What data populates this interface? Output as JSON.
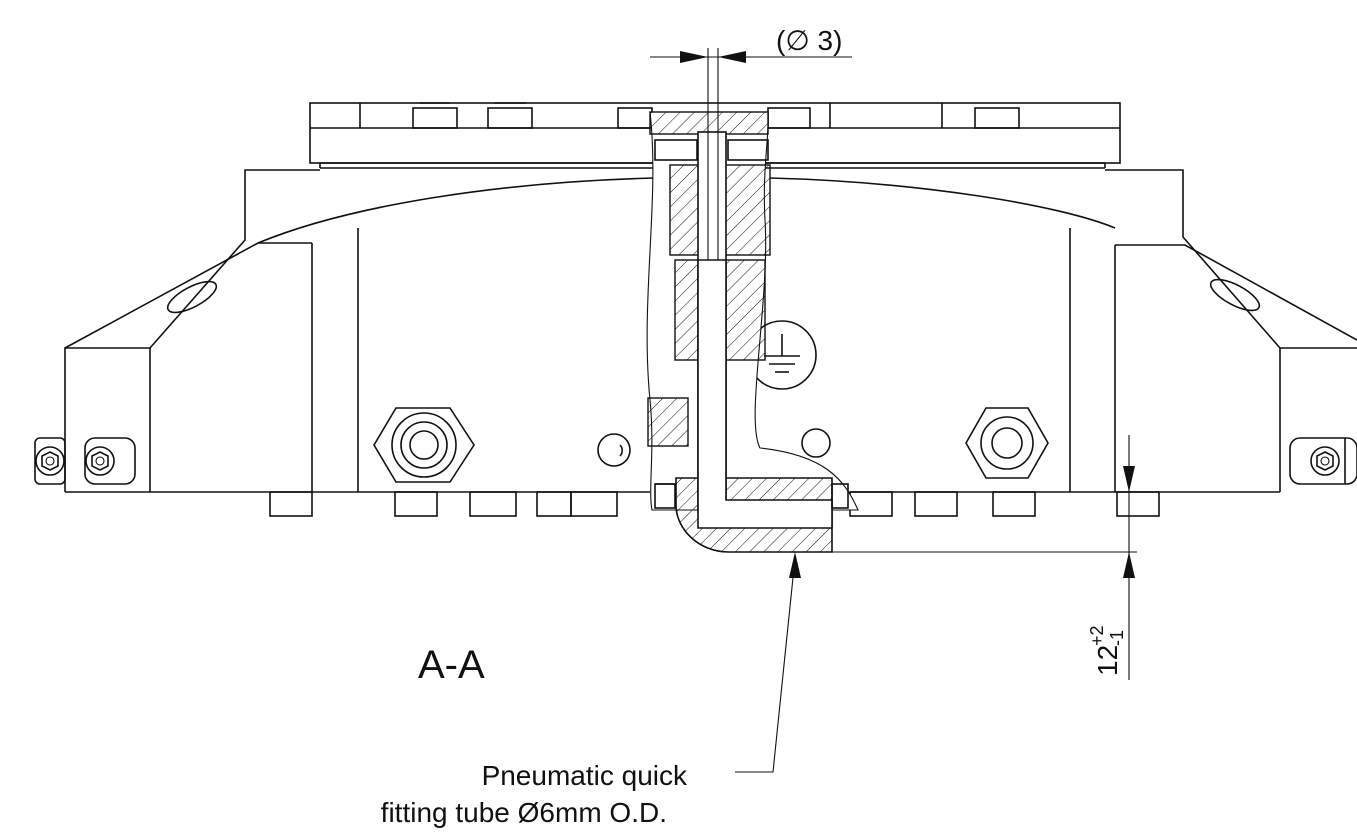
{
  "labels": {
    "dim_diameter": "(∅ 3)",
    "section": "A-A",
    "dim_height_base": "12",
    "dim_height_tol_upper": "+2",
    "dim_height_tol_lower": "-1",
    "callout_line1": "Pneumatic quick",
    "callout_line2": "fitting tube Ø6mm O.D."
  },
  "icons": [
    "ground-symbol-icon",
    "hex-socket-screw-icon",
    "hex-nut-icon"
  ],
  "colors": {
    "line": "#111111",
    "background": "#ffffff"
  }
}
